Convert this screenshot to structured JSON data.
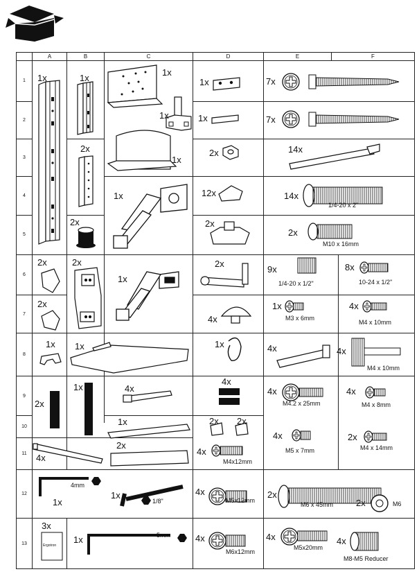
{
  "table": {
    "columns": [
      "A",
      "B",
      "C",
      "D",
      "E",
      "F"
    ],
    "rows": [
      "1",
      "2",
      "3",
      "4",
      "5",
      "6",
      "7",
      "8",
      "9",
      "10",
      "11",
      "12",
      "13"
    ]
  },
  "parts": {
    "A1": "1x",
    "B1": "1x",
    "C1": "1x",
    "D1": "1x",
    "E1": "7x",
    "C2": "1x",
    "D2": "1x",
    "E2": "7x",
    "B3": "2x",
    "C3": "1x",
    "D3": "2x",
    "E3": "14x",
    "C4": "1x",
    "D4": "12x",
    "E4": "14x",
    "E4_spec": "1/4-20 x 2\"",
    "B5": "2x",
    "D5": "2x",
    "E5": "2x",
    "E5_spec": "M10 x 16mm",
    "A6": "2x",
    "B6": "2x",
    "C6": "1x",
    "D6": "2x",
    "E6": "9x",
    "E6_spec": "1/4-20 x 1/2\"",
    "F6": "8x",
    "F6_spec": "10-24 x 1/2\"",
    "A7": "2x",
    "D7": "4x",
    "E7": "1x",
    "E7_spec": "M3 x 6mm",
    "F7": "4x",
    "F7_spec": "M4 x 10mm",
    "A8": "1x",
    "B8": "1x",
    "D8": "1x",
    "E8": "4x",
    "F8": "4x",
    "F8_spec": "M4 x 10mm",
    "A9": "2x",
    "B9": "1x",
    "C9": "4x",
    "D9": "4x",
    "E9": "4x",
    "E9_spec": "M4.2 x 25mm",
    "F9": "4x",
    "F9_spec": "M4 x 8mm",
    "C10": "1x",
    "D10a": "2x",
    "D10b": "2x",
    "E10": "4x",
    "E10_spec": "M5 x 7mm",
    "F10": "2x",
    "F10_spec": "M4 x 14mm",
    "A11": "4x",
    "C11": "2x",
    "D11": "4x",
    "D11_spec": "M4x12mm",
    "A12": "1x",
    "A12_size": "4mm",
    "C12": "1x",
    "C12_size": "1/8\"",
    "D12": "4x",
    "D12_spec": "M5x12mm",
    "E12": "2x",
    "E12_spec": "M6 x 45mm",
    "E12b": "2x",
    "E12b_spec": "M6",
    "A13": "3x",
    "B13": "1x",
    "B13_size": "5mm",
    "D13": "4x",
    "D13_spec": "M6x12mm",
    "E13": "4x",
    "E13_spec": "M5x20mm",
    "F13": "4x",
    "F13_spec": "M8-M5 Reducer"
  },
  "logo_text": "Ergotron",
  "colors": {
    "ink": "#111111",
    "paper": "#ffffff",
    "grid": "#222222"
  }
}
